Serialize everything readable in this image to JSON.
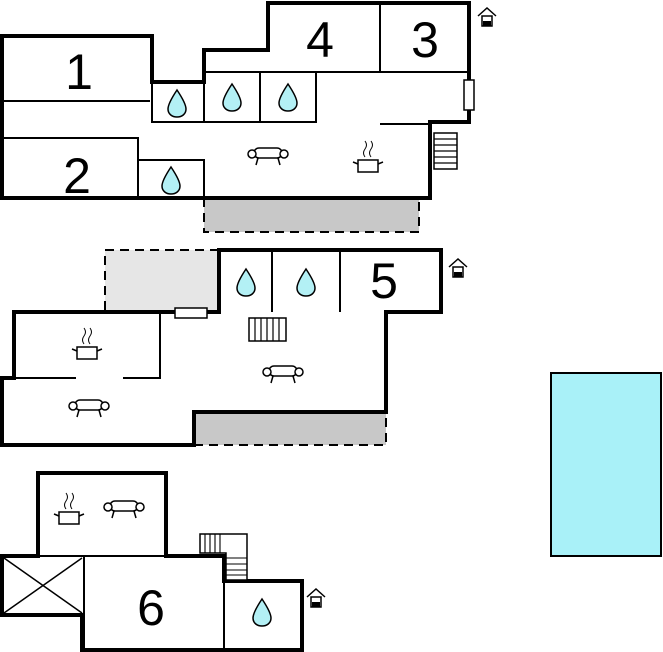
{
  "rooms": [
    {
      "id": "room-1",
      "label": "1"
    },
    {
      "id": "room-2",
      "label": "2"
    },
    {
      "id": "room-3",
      "label": "3"
    },
    {
      "id": "room-4",
      "label": "4"
    },
    {
      "id": "room-5",
      "label": "5"
    },
    {
      "id": "room-6",
      "label": "6"
    }
  ],
  "colors": {
    "pool": "#a9f1f8",
    "terrace": "#c8c8c8",
    "balcony": "#e6e6e6",
    "bathroom_drop": "#b3f0f5",
    "walls": "#000000"
  },
  "icons": [
    "bathroom-drop-icon",
    "sofa-icon",
    "kitchen-pot-icon",
    "staircase-icon",
    "entrance-icon",
    "sloped-ceiling-cross-icon",
    "pool-icon"
  ]
}
